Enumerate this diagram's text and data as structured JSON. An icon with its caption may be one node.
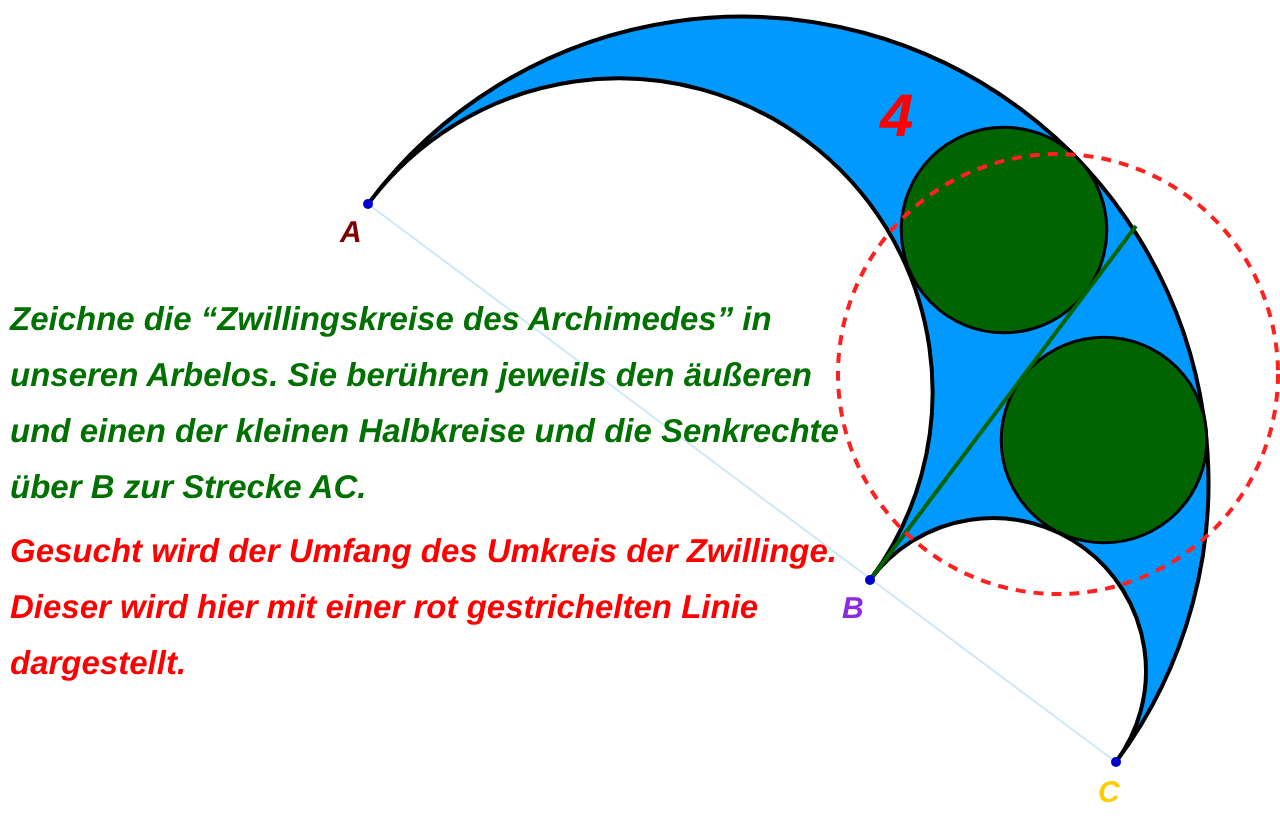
{
  "diagram": {
    "labels": [
      "4",
      "A",
      "Zeichne die “Zwillingskreise des Archimedes” in unseren Arbelos. Sie berühren jeweils den äußeren und einen der kleinen Halbkreise und die Senkrechte über B zur Strecke AC.",
      "B",
      "Gesucht wird der Umfang des Umkreis der Zwillinge. Dieser wird hier mit einer rot gestrichelten Linie dargestellt.",
      "C"
    ]
  }
}
